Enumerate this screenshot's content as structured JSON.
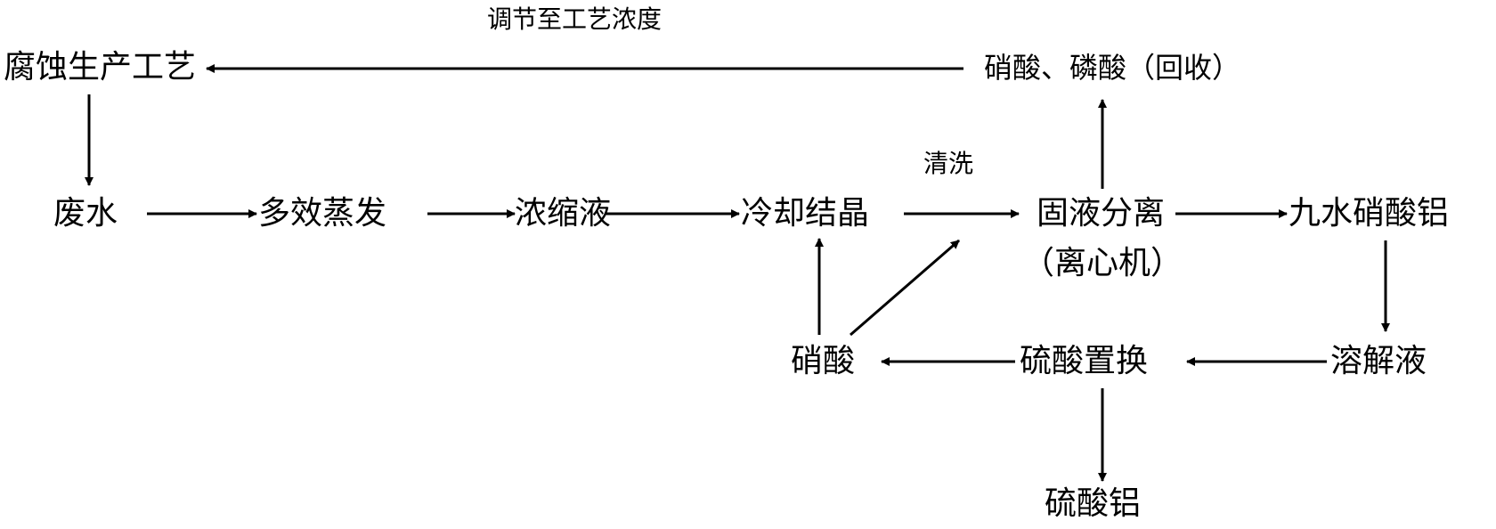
{
  "nodes": {
    "adjust_label": "调节至工艺浓度",
    "etching_process": "腐蚀生产工艺",
    "recovered_acids": "硝酸、磷酸（回收）",
    "wastewater": "废水",
    "multi_effect_evaporation": "多效蒸发",
    "concentrate": "浓缩液",
    "cooling_crystallization": "冷却结晶",
    "washing_label": "清洗",
    "solid_liquid_separation": "固液分离",
    "centrifuge": "（离心机）",
    "aluminum_nitrate_nonahydrate": "九水硝酸铝",
    "dissolved_solution": "溶解液",
    "sulfuric_acid_replacement": "硫酸置换",
    "nitric_acid": "硝酸",
    "aluminum_sulfate": "硫酸铝"
  },
  "colors": {
    "line": "#000000",
    "text": "#000000",
    "background": "#ffffff"
  }
}
